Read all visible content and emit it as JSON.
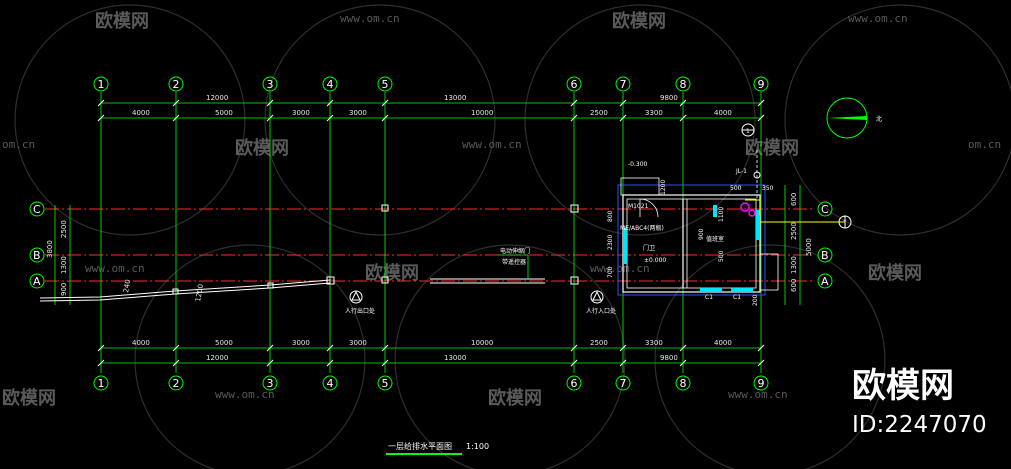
{
  "drawing": {
    "title": "一层给排水平面图",
    "scale": "1:100",
    "north_label": "北"
  },
  "axes_numbered": [
    "1",
    "2",
    "3",
    "4",
    "5",
    "6",
    "7",
    "8",
    "9"
  ],
  "axes_lettered": [
    "C",
    "B",
    "A"
  ],
  "dims_top_row1": [
    "12000",
    "13000",
    "9800"
  ],
  "dims_top_row2": [
    "4000",
    "5000",
    "3000",
    "3000",
    "10000",
    "2500",
    "3300",
    "4000"
  ],
  "dims_bottom_row1": [
    "4000",
    "5000",
    "3000",
    "3000",
    "10000",
    "2500",
    "3300",
    "4000"
  ],
  "dims_bottom_row2": [
    "12000",
    "13000",
    "9800"
  ],
  "dims_left": [
    "2500",
    "1300",
    "900"
  ],
  "dims_left_total": "3800",
  "dims_right": [
    "600",
    "2500",
    "1300",
    "600"
  ],
  "dims_right_total": "5000",
  "room_labels": {
    "guard": "门卫",
    "duty": "值班室",
    "elevation_guard": "±0.000",
    "elevation_out": "-0.300",
    "door": "M1021",
    "box": "ME/ABC4(两瓶)",
    "pipe": "JL-1",
    "c1a": "C1",
    "c1b": "C1"
  },
  "room_dims": [
    "1200",
    "800",
    "2300",
    "700",
    "500",
    "350",
    "1100",
    "900",
    "500",
    "200"
  ],
  "ramp_dims": [
    "240",
    "1200"
  ],
  "entrance_labels": [
    "人行出口处",
    "人行入口处"
  ],
  "wall_note": [
    "电动伸缩门",
    "带遥控器"
  ],
  "section_mark": "1",
  "watermark": {
    "brand": "欧模网",
    "url": "www.om.cn",
    "url_short": "om.cn",
    "id": "ID:2247070"
  },
  "colors": {
    "axis_green": "#00ff00",
    "grid_red": "#ff2a2a",
    "wall_white": "#ffffff",
    "cyan": "#00e5ff",
    "blue": "#3050ff",
    "magenta": "#ff00ff",
    "yellow": "#ffff00"
  }
}
